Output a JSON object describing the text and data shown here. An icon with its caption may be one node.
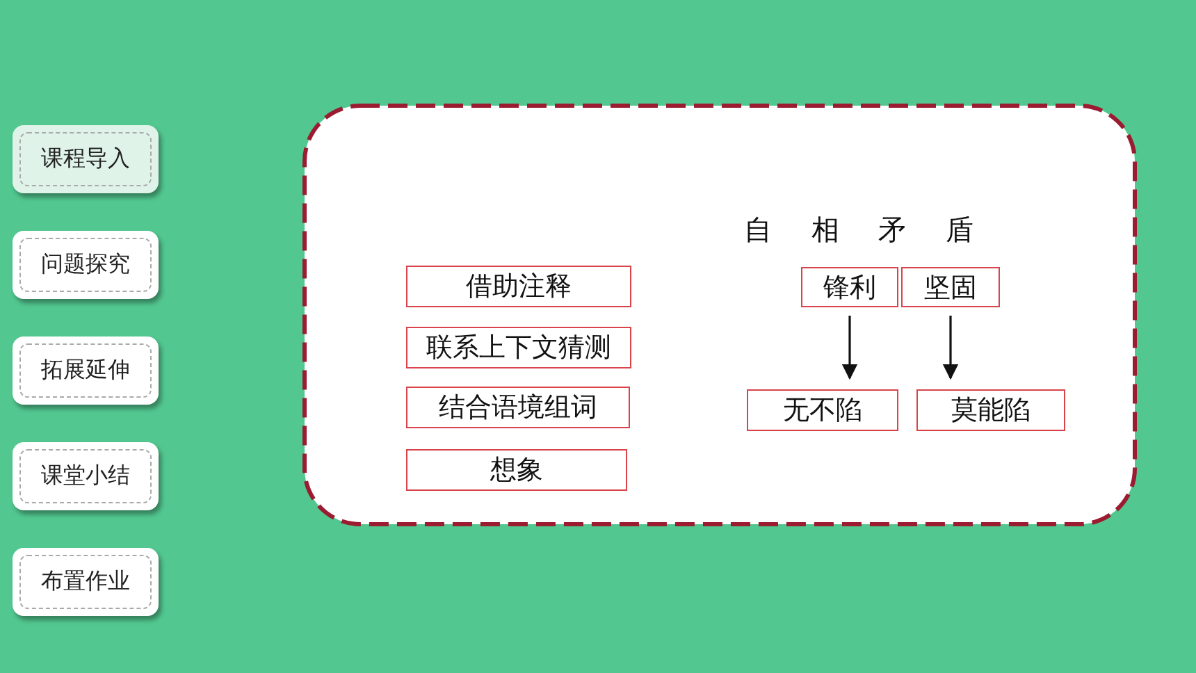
{
  "diagram": {
    "nodes": [
      {
        "text": [
          "课程导入"
        ]
      },
      {
        "text": [
          "问题探究"
        ]
      },
      {
        "text": [
          "拓展延伸"
        ]
      },
      {
        "text": [
          "课堂小结"
        ]
      },
      {
        "text": [
          "布置作业"
        ]
      },
      {
        "text": [],
        "shape": "box"
      },
      {
        "text": [
          "借助注释"
        ],
        "in": 5
      },
      {
        "text": [
          "联系上下文猜测"
        ],
        "in": 5
      },
      {
        "text": [
          "结合语境组词"
        ],
        "in": 5
      },
      {
        "text": [
          "想象"
        ],
        "in": 5
      },
      {
        "text": [
          "锋利"
        ],
        "in": 5
      },
      {
        "text": [
          "坚固"
        ],
        "in": 5
      },
      {
        "text": [
          "无不陷"
        ],
        "in": 5
      },
      {
        "text": [
          "莫能陷"
        ],
        "in": 5
      }
    ],
    "edges": [
      {
        "from": 10,
        "to": 12,
        "arrow": "to"
      },
      {
        "from": 11,
        "to": 13,
        "arrow": "to"
      }
    ],
    "labels": [
      "自 相 矛 盾"
    ]
  }
}
